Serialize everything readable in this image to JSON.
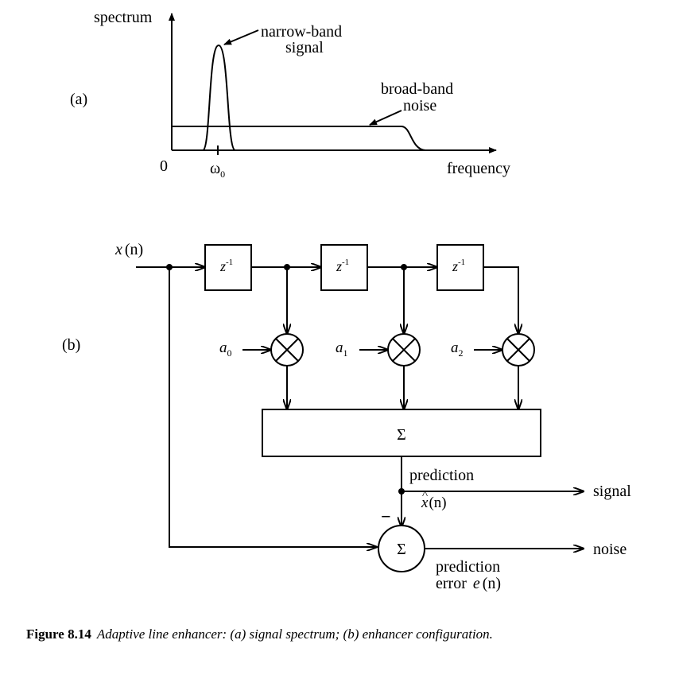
{
  "part_a": {
    "label": "(a)",
    "y_axis_label": "spectrum",
    "x_axis_label": "frequency",
    "origin_label": "0",
    "peak_freq_symbol": "ω",
    "peak_freq_subscript": "0",
    "narrow_band_line1": "narrow-band",
    "narrow_band_line2": "signal",
    "broad_band_line1": "broad-band",
    "broad_band_line2": "noise"
  },
  "part_b": {
    "label": "(b)",
    "input_var": "x",
    "input_arg": "(n)",
    "delay_base": "z",
    "delay_exp": "-1",
    "coefficients": [
      {
        "base": "a",
        "sub": "0"
      },
      {
        "base": "a",
        "sub": "1"
      },
      {
        "base": "a",
        "sub": "2"
      }
    ],
    "sum_symbol": "Σ",
    "prediction_label": "prediction",
    "xhat_var": "x",
    "xhat_hat": "^",
    "xhat_arg": "(n)",
    "minus_sign": "−",
    "output_signal": "signal",
    "output_noise": "noise",
    "error_line1": "prediction",
    "error_line2_text": "error",
    "error_var": "e",
    "error_arg": "(n)"
  },
  "caption": {
    "figure_label": "Figure 8.14",
    "text": "Adaptive line enhancer: (a)  signal spectrum; (b)  enhancer configuration."
  }
}
